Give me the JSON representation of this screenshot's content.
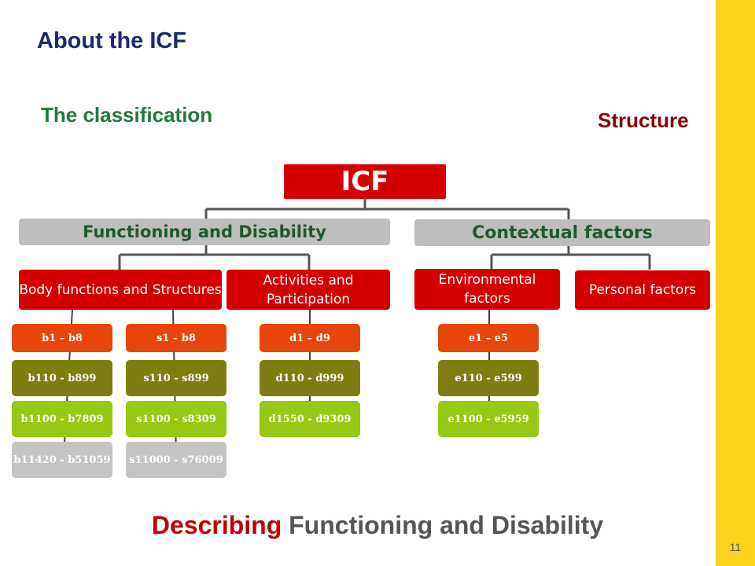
{
  "title": "About the ICF",
  "subtitle_left": "The classification",
  "subtitle_right": "Structure",
  "tree": {
    "root": "ICF",
    "groups": {
      "functioning": "Functioning and Disability",
      "contextual": "Contextual factors"
    },
    "components": {
      "body": "Body functions and Structures",
      "activities": "Activities and Participation",
      "environmental": "Environmental factors",
      "personal": "Personal factors"
    },
    "codes": {
      "b": [
        "b1 – b8",
        "b110 - b899",
        "b1100 - b7809",
        "b11420 - b51059"
      ],
      "s": [
        "s1 – b8",
        "s110 - s899",
        "s1100 - s8309",
        "s11000 - s76009"
      ],
      "d": [
        "d1 – d9",
        "d110 - d999",
        "d1550 - d9309"
      ],
      "e": [
        "e1 – e5",
        "e110 - e599",
        "e1100 - e5959"
      ]
    }
  },
  "footer": {
    "highlight": "Describing",
    "rest": "Functioning and Disability"
  },
  "page_number": "11",
  "colors": {
    "accent_red": "#D40000",
    "sidebar_yellow": "#FFD21F",
    "level1": "#E8450A",
    "level2": "#7E7D12",
    "level3": "#97C813",
    "level4": "#C4C4C4"
  }
}
